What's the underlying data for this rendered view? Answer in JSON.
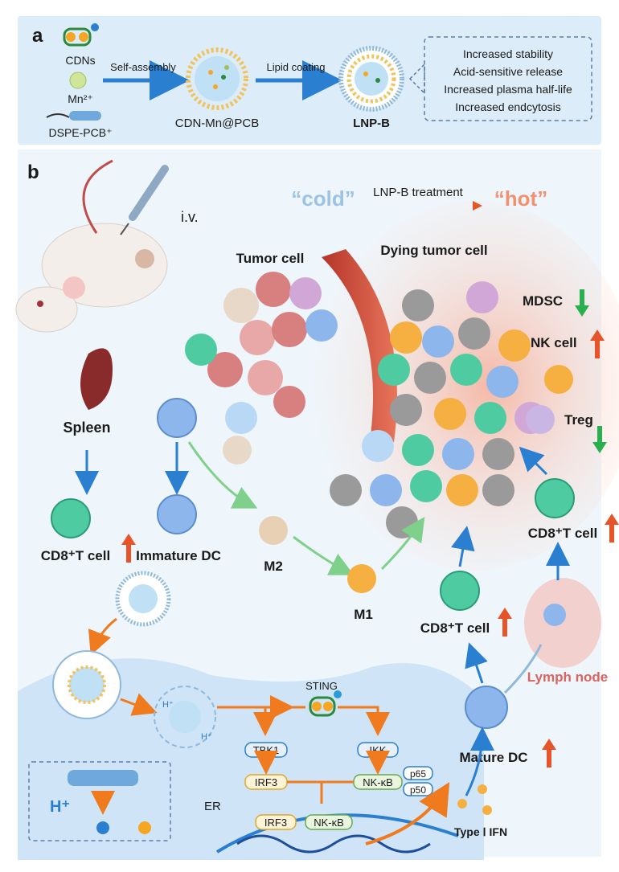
{
  "panel_a": {
    "label": "a",
    "inputs": {
      "cdns": "CDNs",
      "mn": "Mn²⁺",
      "dspe": "DSPE-PCB⁺"
    },
    "arrow1": "Self-assembly",
    "product1": "CDN-Mn@PCB",
    "arrow2": "Lipid coating",
    "product2": "LNP-B",
    "benefits": [
      "Increased stability",
      "Acid-sensitive release",
      "Increased plasma half-life",
      "Increased endcytosis"
    ]
  },
  "panel_b": {
    "label": "b",
    "route": "i.v.",
    "cold": "“cold”",
    "hot": "“hot”",
    "treatment": "LNP-B treatment",
    "tumor_cell": "Tumor cell",
    "dying_tumor_cell": "Dying tumor cell",
    "spleen": "Spleen",
    "cd8_t_cell": "CD8⁺T cell",
    "immature_dc": "Immature DC",
    "m2": "M2",
    "m1": "M1",
    "mdsc": "MDSC",
    "nk_cell": "NK cell",
    "treg": "Treg",
    "lymph_node": "Lymph node",
    "mature_dc": "Mature DC",
    "sting": "STING",
    "tbk1": "TBK1",
    "ikk": "IKK",
    "irf3": "IRF3",
    "nfkb": "NK-κB",
    "p65": "p65",
    "p50": "p50",
    "er": "ER",
    "type_ifn": "Type Ⅰ IFN",
    "hplus": "H⁺"
  },
  "colors": {
    "up_arrow": "#e8542a",
    "down_arrow": "#27b04d",
    "cold": "#9cc2e6",
    "hot": "#f29070",
    "accent_blue": "#1e73be"
  }
}
